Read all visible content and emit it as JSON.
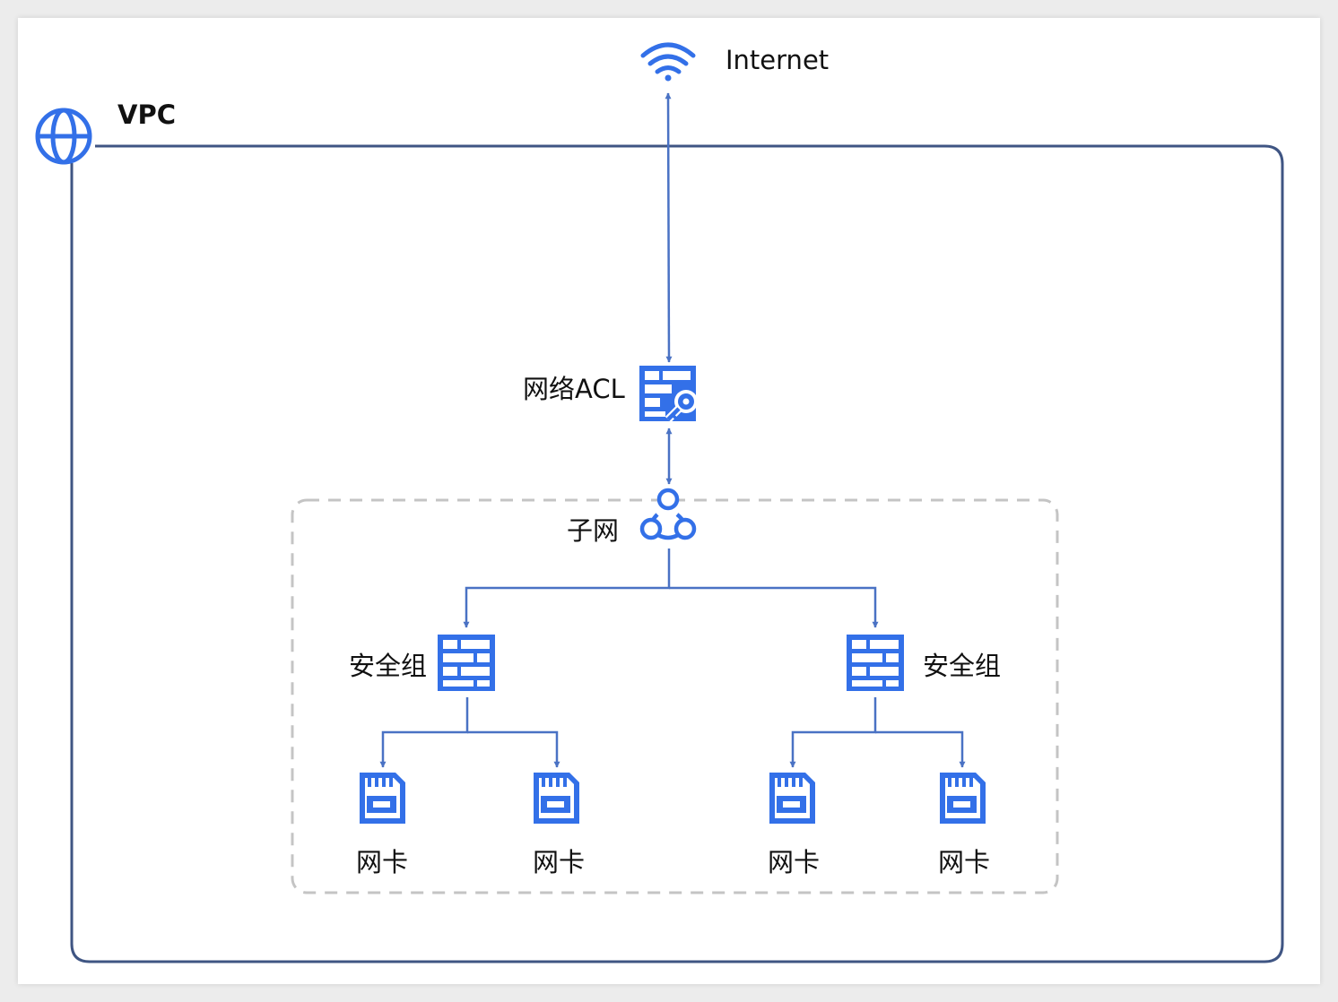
{
  "diagram": {
    "internet": {
      "label": "Internet",
      "icon": "wifi-icon"
    },
    "vpc": {
      "label": "VPC",
      "icon": "globe-icon"
    },
    "network_acl": {
      "label": "网络ACL",
      "icon": "acl-firewall-key-icon"
    },
    "subnet": {
      "label": "子网",
      "icon": "subnet-nodes-icon"
    },
    "security_groups": [
      {
        "label": "安全组",
        "icon": "firewall-icon"
      },
      {
        "label": "安全组",
        "icon": "firewall-icon"
      }
    ],
    "nics": [
      {
        "label": "网卡",
        "icon": "nic-card-icon"
      },
      {
        "label": "网卡",
        "icon": "nic-card-icon"
      },
      {
        "label": "网卡",
        "icon": "nic-card-icon"
      },
      {
        "label": "网卡",
        "icon": "nic-card-icon"
      }
    ]
  },
  "colors": {
    "icon_blue": "#3370e8",
    "line_blue": "#4a72c4",
    "vpc_border": "#3f5583",
    "subnet_dash": "#c4c4c4",
    "text": "#111111"
  }
}
